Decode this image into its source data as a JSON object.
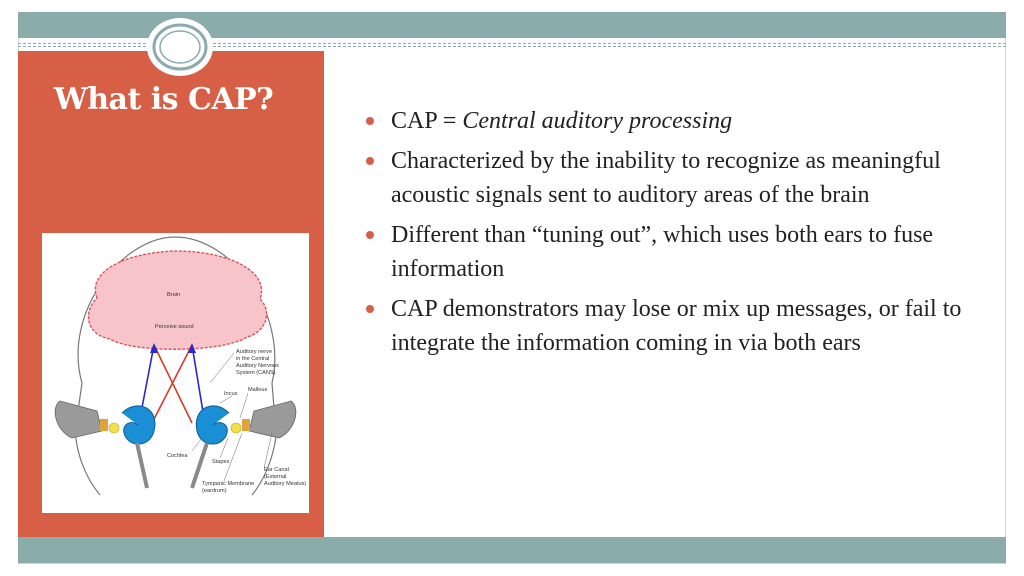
{
  "slide": {
    "title": "What is CAP?",
    "bullets": [
      {
        "prefix": "CAP = ",
        "emphasis": "Central auditory processing"
      },
      {
        "text": "Characterized by the inability to recognize as meaningful acoustic signals sent to auditory areas of the brain"
      },
      {
        "text": "Different than “tuning out”, which uses both ears to fuse information"
      },
      {
        "text": "CAP demonstrators may lose or mix up messages, or fail to integrate the information coming in via both ears"
      }
    ]
  },
  "diagram": {
    "brain": "Brain",
    "perceive": "Perceive sound",
    "cans": [
      "Auditory nerve",
      "in the Central",
      "Auditory Nervous",
      "System (CANS)"
    ],
    "incus": "Incus",
    "malleus": "Malleus",
    "cochlea": "Cochlea",
    "stapes": "Stapes",
    "tympanic": [
      "Tympanic Membrane",
      "(eardrum)"
    ],
    "ear_canal": [
      "Ear Canal",
      "(External",
      "Auditory Meatus)"
    ]
  },
  "colors": {
    "accent": "#d65f45",
    "band": "#8aacab",
    "brain_fill": "#f7c5c9",
    "cochlea": "#1b8fd6",
    "arrow_red": "#d83a2a",
    "arrow_blue": "#2a2ac8"
  }
}
